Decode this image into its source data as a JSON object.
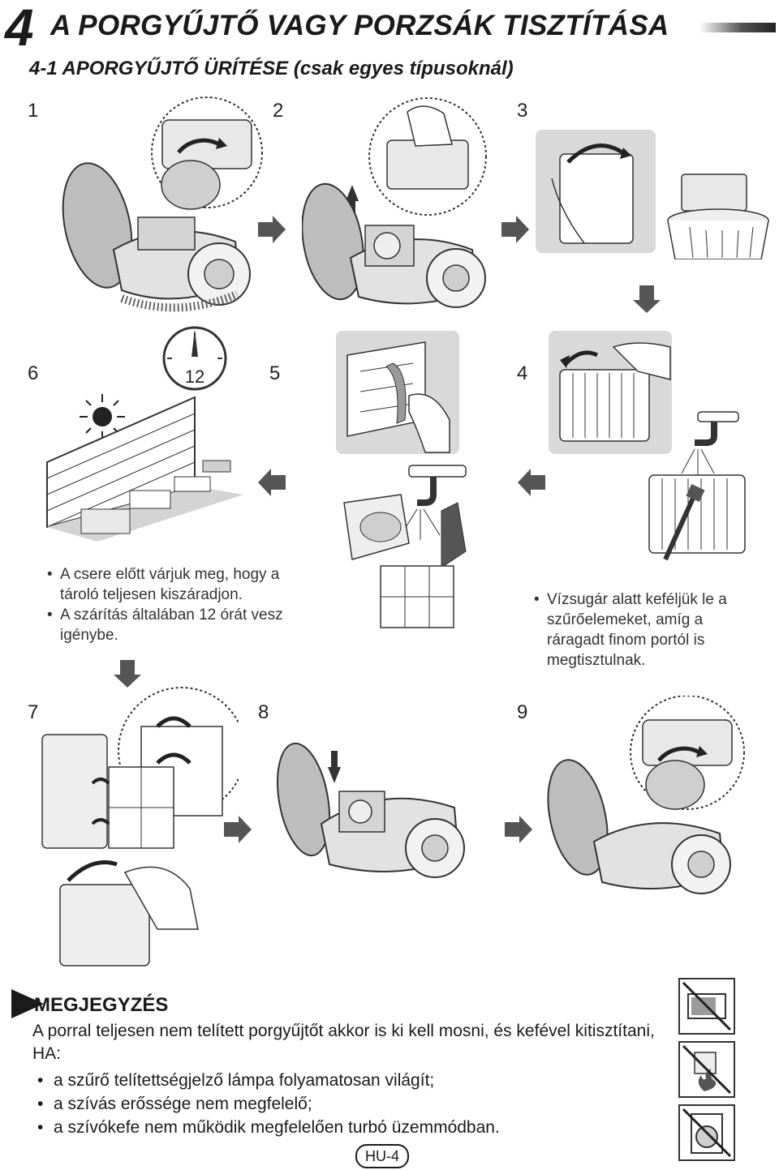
{
  "header": {
    "section_number": "4",
    "title": "A PORGYŰJTŐ VAGY PORZSÁK TISZTÍTÁSA",
    "subtitle": "4-1 APORGYŰJTŐ ÜRÍTÉSE (csak egyes típusoknál)"
  },
  "steps": {
    "s1": "1",
    "s2": "2",
    "s3": "3",
    "s4": "4",
    "s5": "5",
    "s6": "6",
    "s7": "7",
    "s8": "8",
    "s9": "9"
  },
  "clock_label": "12",
  "left_notes": [
    "A csere előtt várjuk meg,  hogy a tároló teljesen kiszáradjon.",
    "A szárítás általában 12 órát vesz igénybe."
  ],
  "right_notes": [
    "Vízsugár alatt keféljük le a szűrőelemeket, amíg a ráragadt finom portól is megtisztulnak."
  ],
  "note": {
    "title": "MEGJEGYZÉS",
    "intro": "A porral teljesen nem telített porgyűjtőt akkor is ki kell mosni, és kefével kitisztítani, HA:",
    "bullets": [
      "a szűrő telítettségjelző lámpa folyamatosan világít;",
      "a szívás erőssége nem megfelelő;",
      "a szívókefe nem működik megfelelően turbó üzemmódban."
    ]
  },
  "page_label": "HU-4",
  "colors": {
    "arrow": "#555555",
    "text": "#1a1a1a",
    "panel": "#d9d9d9"
  }
}
